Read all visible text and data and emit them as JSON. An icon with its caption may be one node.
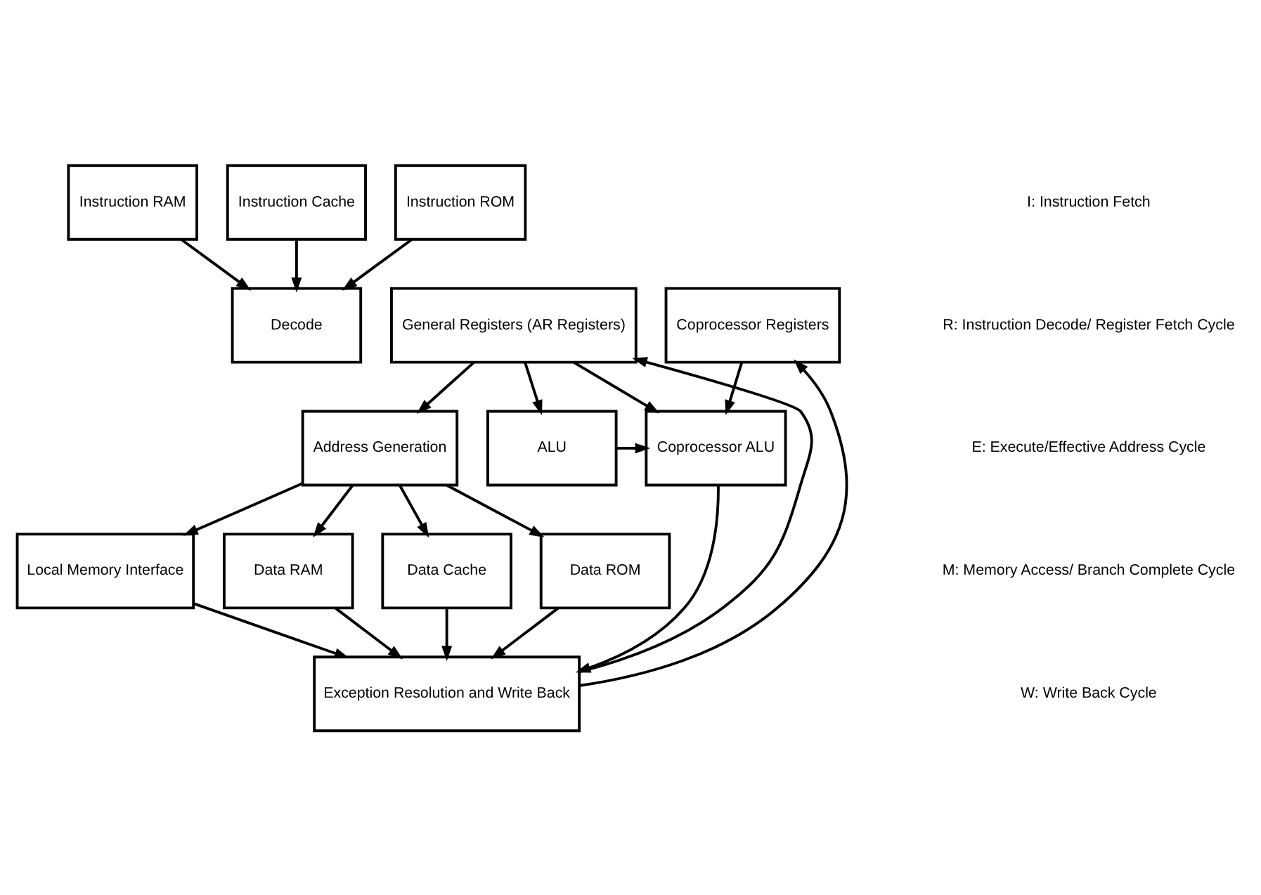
{
  "diagram": {
    "nodes": [
      {
        "text": [
          "Instruction RAM"
        ]
      },
      {
        "text": [
          "Instruction Cache"
        ]
      },
      {
        "text": [
          "Instruction ROM"
        ]
      },
      {
        "text": [
          "Decode"
        ]
      },
      {
        "text": [
          "General Registers (AR Registers)"
        ]
      },
      {
        "text": [
          "Coprocessor Registers"
        ]
      },
      {
        "text": [
          "Address Generation"
        ]
      },
      {
        "text": [
          "ALU"
        ]
      },
      {
        "text": [
          "Coprocessor ALU"
        ]
      },
      {
        "text": [
          "Local Memory Interface"
        ]
      },
      {
        "text": [
          "Data RAM"
        ]
      },
      {
        "text": [
          "Data Cache"
        ]
      },
      {
        "text": [
          "Data ROM"
        ]
      },
      {
        "text": [
          "Exception Resolution and Write Back"
        ]
      }
    ],
    "edges": [
      {
        "from": 0,
        "to": 3,
        "arrow": "to"
      },
      {
        "from": 1,
        "to": 3,
        "arrow": "to"
      },
      {
        "from": 2,
        "to": 3,
        "arrow": "to"
      },
      {
        "from": 13,
        "to": 4,
        "arrow": "to"
      },
      {
        "from": 13,
        "to": 5,
        "arrow": "to"
      },
      {
        "from": 4,
        "to": 6,
        "arrow": "to"
      },
      {
        "from": 4,
        "to": 7,
        "arrow": "to"
      },
      {
        "from": 4,
        "to": 8,
        "arrow": "to"
      },
      {
        "from": 5,
        "to": 8,
        "arrow": "to"
      },
      {
        "from": 7,
        "to": 8,
        "arrow": "to"
      },
      {
        "from": 6,
        "to": 9,
        "arrow": "to"
      },
      {
        "from": 6,
        "to": 10,
        "arrow": "to"
      },
      {
        "from": 6,
        "to": 11,
        "arrow": "to"
      },
      {
        "from": 6,
        "to": 12,
        "arrow": "to"
      },
      {
        "from": 9,
        "to": 13,
        "arrow": "to"
      },
      {
        "from": 10,
        "to": 13,
        "arrow": "to"
      },
      {
        "from": 11,
        "to": 13,
        "arrow": "to"
      },
      {
        "from": 12,
        "to": 13,
        "arrow": "to"
      },
      {
        "from": 8,
        "to": 13,
        "arrow": "to"
      }
    ],
    "labels": [
      "I: Instruction Fetch",
      "R: Instruction Decode/ Register Fetch Cycle",
      "E: Execute/Effective Address Cycle",
      "M: Memory Access/ Branch Complete Cycle",
      "W: Write Back Cycle"
    ]
  }
}
